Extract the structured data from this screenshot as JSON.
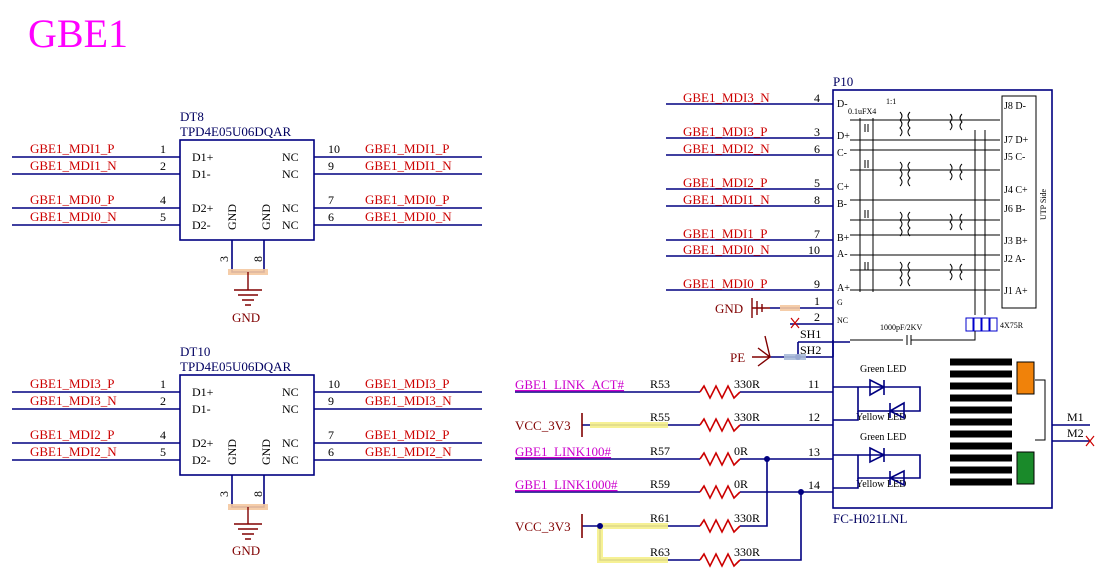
{
  "title": "GBE1",
  "dt8": {
    "ref": "DT8",
    "part": "TPD4E05U06DQAR",
    "left_nets": [
      "GBE1_MDI1_P",
      "GBE1_MDI1_N",
      "GBE1_MDI0_P",
      "GBE1_MDI0_N"
    ],
    "left_pins": [
      "1",
      "2",
      "4",
      "5"
    ],
    "left_names": [
      "D1+",
      "D1-",
      "D2+",
      "D2-"
    ],
    "right_names": [
      "NC",
      "NC",
      "NC",
      "NC"
    ],
    "right_pins": [
      "10",
      "9",
      "7",
      "6"
    ],
    "right_nets": [
      "GBE1_MDI1_P",
      "GBE1_MDI1_N",
      "GBE1_MDI0_P",
      "GBE1_MDI0_N"
    ],
    "gnd_names": [
      "GND",
      "GND"
    ],
    "gnd_pins": [
      "3",
      "8"
    ],
    "gnd_label": "GND"
  },
  "dt10": {
    "ref": "DT10",
    "part": "TPD4E05U06DQAR",
    "left_nets": [
      "GBE1_MDI3_P",
      "GBE1_MDI3_N",
      "GBE1_MDI2_P",
      "GBE1_MDI2_N"
    ],
    "left_pins": [
      "1",
      "2",
      "4",
      "5"
    ],
    "left_names": [
      "D1+",
      "D1-",
      "D2+",
      "D2-"
    ],
    "right_names": [
      "NC",
      "NC",
      "NC",
      "NC"
    ],
    "right_pins": [
      "10",
      "9",
      "7",
      "6"
    ],
    "right_nets": [
      "GBE1_MDI3_P",
      "GBE1_MDI3_N",
      "GBE1_MDI2_P",
      "GBE1_MDI2_N"
    ],
    "gnd_names": [
      "GND",
      "GND"
    ],
    "gnd_pins": [
      "3",
      "8"
    ],
    "gnd_label": "GND"
  },
  "p10": {
    "ref": "P10",
    "part": "FC-H021LNL",
    "nets": [
      "GBE1_MDI3_N",
      "GBE1_MDI3_P",
      "GBE1_MDI2_N",
      "GBE1_MDI2_P",
      "GBE1_MDI1_N",
      "GBE1_MDI1_P",
      "GBE1_MDI0_N",
      "GBE1_MDI0_P"
    ],
    "pins": [
      "4",
      "3",
      "6",
      "5",
      "8",
      "7",
      "10",
      "9"
    ],
    "names": [
      "D-",
      "D+",
      "C-",
      "C+",
      "B-",
      "B+",
      "A-",
      "A+"
    ],
    "gnd_net": "GND",
    "gnd_pin": "1",
    "gnd_name": "G",
    "nc_pin": "2",
    "nc_name": "NC",
    "sh1": "SH1",
    "sh2": "SH2",
    "pe": "PE",
    "cap_top": "0.1uFX4",
    "turns": "1:1",
    "cap_hv": "1000pF/2KV",
    "res_net": "4X75R",
    "utp_side": "UTP Side",
    "j_labels": [
      "J8 D-",
      "J7 D+",
      "J5 C-",
      "J4 C+",
      "J6 B-",
      "J3 B+",
      "J2 A-",
      "J1 A+"
    ],
    "led_green": "Green LED",
    "led_yellow": "Yellow LED",
    "led_pins": [
      "11",
      "12",
      "13",
      "14"
    ],
    "m1": "M1",
    "m2": "M2"
  },
  "resistors": [
    {
      "net": "GBE1_LINK_ACT#",
      "ref": "R53",
      "value": "330R"
    },
    {
      "net": "VCC_3V3",
      "ref": "R55",
      "value": "330R"
    },
    {
      "net": "GBE1_LINK100#",
      "ref": "R57",
      "value": "0R"
    },
    {
      "net": "GBE1_LINK1000#",
      "ref": "R59",
      "value": "0R"
    },
    {
      "ref": "R61",
      "value": "330R"
    },
    {
      "ref": "R63",
      "value": "330R"
    }
  ],
  "vcc_bottom": "VCC_3V3",
  "colors": {
    "title": "#ff00ff",
    "net": "#cc0000",
    "wire": "#000080",
    "power": "#800000",
    "highlight": "#f4c8a0",
    "led_orange": "#f0820a",
    "led_green": "#1a8a2a"
  }
}
